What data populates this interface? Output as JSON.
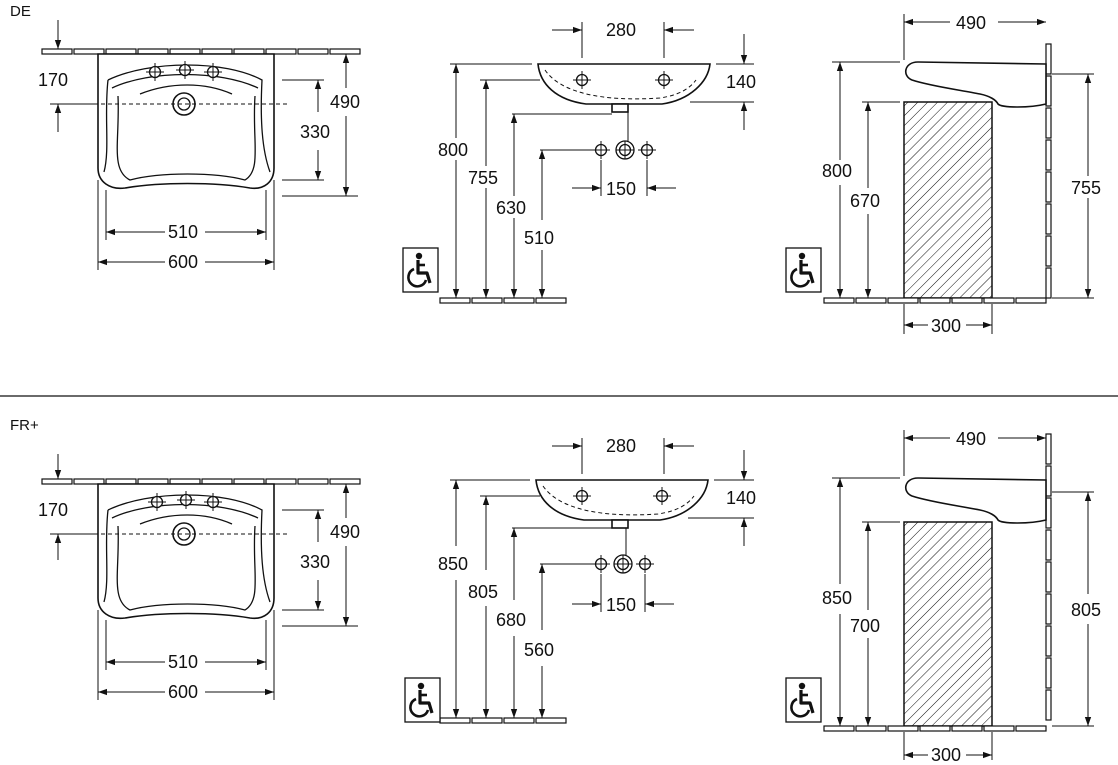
{
  "divider_color": "#111111",
  "variants": [
    {
      "label": "DE",
      "top": {
        "dim_170": "170",
        "dim_330": "330",
        "dim_490": "490",
        "dim_510": "510",
        "dim_600": "600"
      },
      "front": {
        "dim_280": "280",
        "dim_140": "140",
        "dim_150": "150",
        "h_total": "800",
        "h_rim": "755",
        "h_outlet": "630",
        "h_tap": "510",
        "icon": "wheelchair-accessible-icon"
      },
      "side": {
        "dim_490": "490",
        "dim_300": "300",
        "h_total": "800",
        "h_under": "670",
        "h_rim": "755",
        "icon": "wheelchair-accessible-icon"
      }
    },
    {
      "label": "FR+",
      "top": {
        "dim_170": "170",
        "dim_330": "330",
        "dim_490": "490",
        "dim_510": "510",
        "dim_600": "600"
      },
      "front": {
        "dim_280": "280",
        "dim_140": "140",
        "dim_150": "150",
        "h_total": "850",
        "h_rim": "805",
        "h_outlet": "680",
        "h_tap": "560",
        "icon": "wheelchair-accessible-icon"
      },
      "side": {
        "dim_490": "490",
        "dim_300": "300",
        "h_total": "850",
        "h_under": "700",
        "h_rim": "805",
        "icon": "wheelchair-accessible-icon"
      }
    }
  ]
}
